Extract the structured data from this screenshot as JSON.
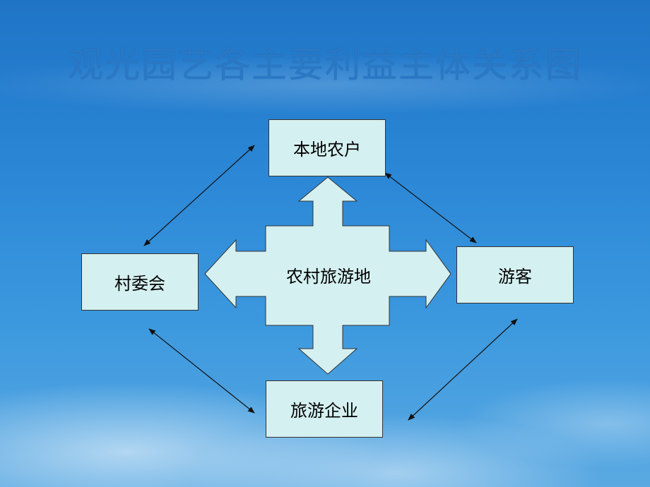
{
  "title": "观光园艺各主要利益主体关系图",
  "center": "农村旅游地",
  "nodes": {
    "top": "本地农户",
    "left": "村委会",
    "right": "游客",
    "bottom": "旅游企业"
  }
}
